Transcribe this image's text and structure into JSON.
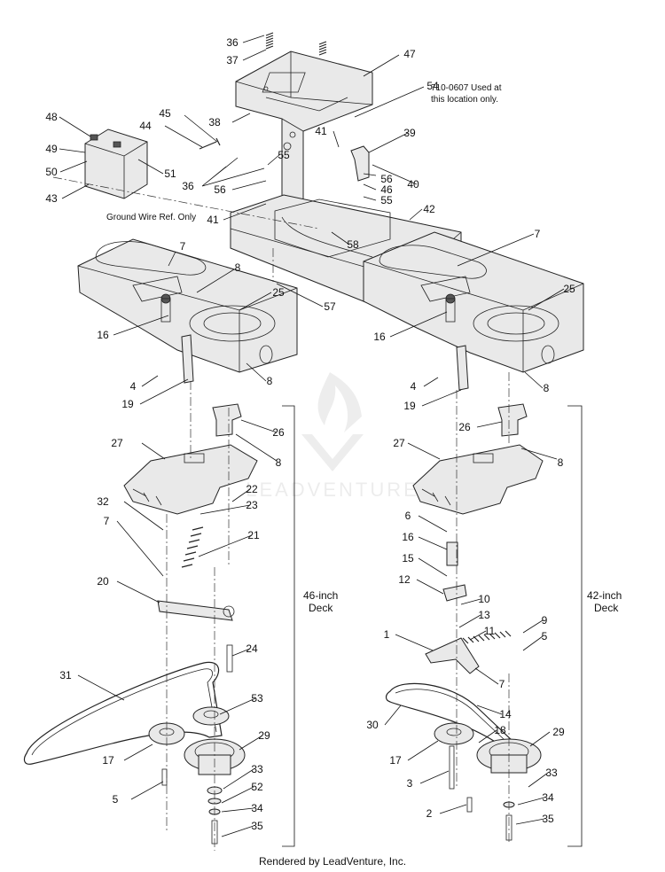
{
  "footer": {
    "text": "Rendered by LeadVenture, Inc."
  },
  "watermark": {
    "text": "LEADVENTURE"
  },
  "notes": {
    "ground_wire": "Ground Wire Ref. Only",
    "note_710": "710-0607 Used at\nthis location only."
  },
  "sections": {
    "left_deck": "46-inch\nDeck",
    "right_deck": "42-inch\nDeck"
  },
  "callouts": [
    "36",
    "37",
    "47",
    "54",
    "38",
    "45",
    "44",
    "48",
    "49",
    "50",
    "51",
    "43",
    "36",
    "55",
    "56",
    "41",
    "39",
    "40",
    "56",
    "46",
    "55",
    "42",
    "41",
    "58",
    "7",
    "8",
    "25",
    "16",
    "57",
    "4",
    "19",
    "8",
    "7",
    "25",
    "16",
    "4",
    "19",
    "8",
    "26",
    "8",
    "27",
    "22",
    "23",
    "21",
    "32",
    "7",
    "20",
    "24",
    "31",
    "53",
    "29",
    "17",
    "33",
    "52",
    "34",
    "5",
    "35",
    "26",
    "8",
    "27",
    "6",
    "16",
    "15",
    "12",
    "10",
    "13",
    "11",
    "9",
    "5",
    "1",
    "7",
    "14",
    "30",
    "18",
    "29",
    "17",
    "33",
    "3",
    "34",
    "2",
    "35"
  ]
}
